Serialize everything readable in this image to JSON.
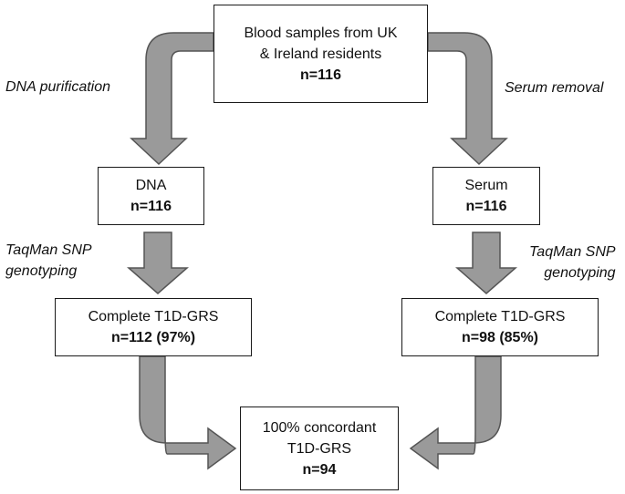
{
  "boxes": {
    "blood": {
      "line1": "Blood samples from UK",
      "line2": "& Ireland residents",
      "n": "n=116"
    },
    "dna": {
      "line1": "DNA",
      "n": "n=116"
    },
    "serum": {
      "line1": "Serum",
      "n": "n=116"
    },
    "dna_grs": {
      "line1": "Complete T1D-GRS",
      "n": "n=112 (97%)"
    },
    "serum_grs": {
      "line1": "Complete T1D-GRS",
      "n": "n=98 (85%)"
    },
    "concordant": {
      "line1": "100% concordant",
      "line2": "T1D-GRS",
      "n": "n=94"
    }
  },
  "steps": {
    "dna_purification": "DNA purification",
    "serum_removal": "Serum removal",
    "taqman_left": {
      "line1": "TaqMan SNP",
      "line2": "genotyping"
    },
    "taqman_right": {
      "line1": "TaqMan SNP",
      "line2": "genotyping"
    }
  },
  "colors": {
    "arrow_fill": "#9a9a9a",
    "arrow_stroke": "#555555",
    "box_border": "#1a1a1a"
  }
}
